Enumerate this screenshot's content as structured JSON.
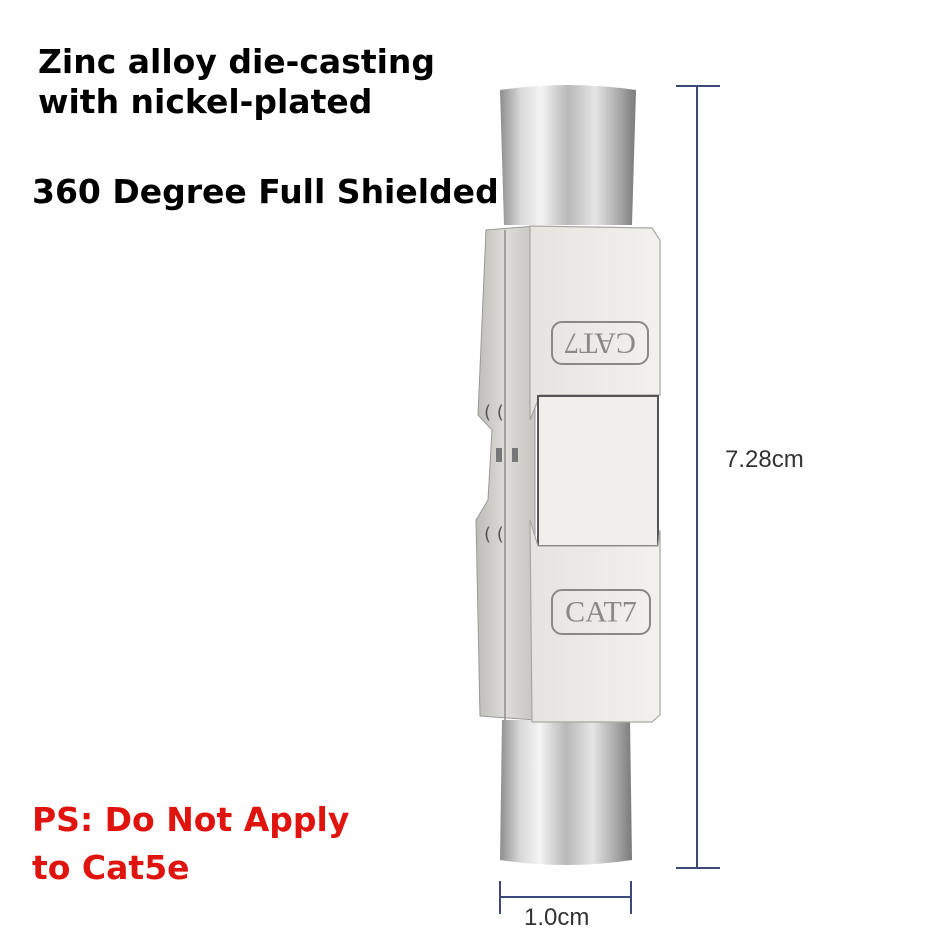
{
  "heading": {
    "line1": "Zinc alloy die-casting",
    "line2": "with nickel-plated"
  },
  "shield_text": "360 Degree Full Shielded",
  "warning": {
    "line1": "PS: Do Not Apply",
    "line2": "to Cat5e",
    "color": "#e0140f"
  },
  "product": {
    "label_top": "CAT7",
    "label_bottom": "CAT7"
  },
  "dimensions": {
    "height": "7.28cm",
    "width": "1.0cm",
    "line_color": "#3b4a78"
  }
}
